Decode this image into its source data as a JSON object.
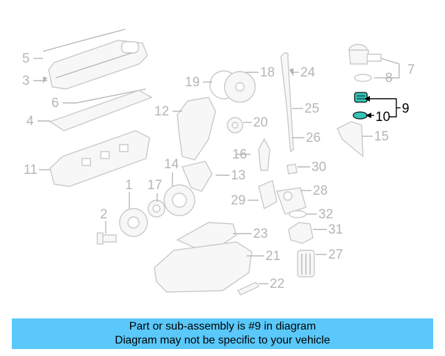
{
  "callouts": {
    "c1": "1",
    "c2": "2",
    "c3": "3",
    "c4": "4",
    "c5": "5",
    "c6": "6",
    "c7": "7",
    "c8": "8",
    "c9": "9",
    "c10": "10",
    "c11": "11",
    "c12": "12",
    "c13": "13",
    "c14": "14",
    "c15": "15",
    "c16": "16",
    "c17": "17",
    "c18": "18",
    "c19": "19",
    "c20": "20",
    "c21": "21",
    "c22": "22",
    "c23": "23",
    "c24": "24",
    "c25": "25",
    "c26": "26",
    "c27": "27",
    "c28": "28",
    "c29": "29",
    "c30": "30",
    "c31": "31",
    "c32": "32"
  },
  "highlighted_part": "9",
  "colors": {
    "banner": "#5ac8fa",
    "highlight": "#000000",
    "inactive": "#b5b5b5",
    "part_accent": "#33c3b8"
  },
  "banner": {
    "line1": "Part or sub-assembly is #9 in diagram",
    "line2": "Diagram may not be specific to your vehicle"
  }
}
